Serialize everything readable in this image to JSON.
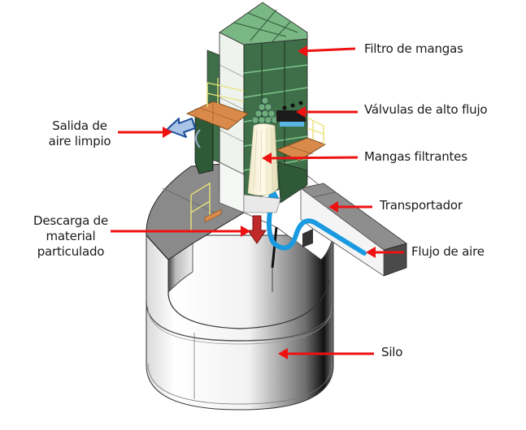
{
  "colors": {
    "arrow": "#ee1111",
    "filter_green": "#5aa266",
    "filter_green_dark": "#2f5a37",
    "platform_orange": "#d98a4a",
    "railing_yellow": "#e8e27a",
    "air_flow_blue": "#1a9ae0",
    "clean_air_blue": "#a9c4e6",
    "discharge_red": "#c0292a",
    "conveyor_gray": "#8c8c8c",
    "silo_gray": "#888888"
  },
  "labels": {
    "filtro": "Filtro de mangas",
    "valvulas": "Válvulas de alto flujo",
    "mangas": "Mangas filtrantes",
    "transportador": "Transportador",
    "flujo": "Flujo de aire",
    "silo": "Silo",
    "salida_1": "Salida de",
    "salida_2": "aire limpio",
    "descarga_1": "Descarga de",
    "descarga_2": "material",
    "descarga_3": "particulado"
  }
}
